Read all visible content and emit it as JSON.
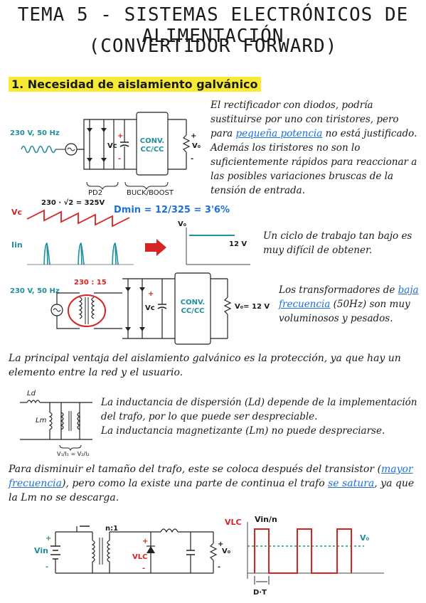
{
  "title": {
    "line1": "TEMA 5 - SISTEMAS ELECTRÓNICOS DE ALIMENTACIÓN",
    "line2": "(CONVERTIDOR FORWARD)"
  },
  "section1": {
    "heading": "1. Necesidad de aislamiento galvánico"
  },
  "circuit1": {
    "source": "230 V, 50 Hz",
    "vc": "Vc",
    "conv": "CONV.",
    "conv2": "CC/CC",
    "vo": "V₀",
    "plus": "+",
    "minus": "-",
    "pd2": "PD2",
    "buck": "BUCK/BOOST"
  },
  "para1": {
    "t1": "El rectificador con diodos, podría sustituirse por uno con tiristores, pero para ",
    "blue1": "pequeña potencia",
    "t2": " no está justificado. Además los tiristores no son lo suficientemente rápidos para reaccionar a las posibles variaciones bruscas de la tensión de entrada."
  },
  "waveform1": {
    "vc": "Vc",
    "iin": "Iin",
    "peak": "230 · √2 = 325V",
    "dmin": "Dmin = 12/325 = 3'6%",
    "vo": "V₀",
    "v12": "12 V"
  },
  "para2": {
    "text": "Un ciclo de trabajo tan bajo es muy difícil de obtener."
  },
  "circuit2": {
    "source": "230 V, 50 Hz",
    "ratio": "230 : 15",
    "vc": "Vc",
    "conv": "CONV.",
    "conv2": "CC/CC",
    "vo": "V₀= 12 V"
  },
  "para3": {
    "t1": "Los transformadores de ",
    "blue1": "baja frecuencia",
    "t2": " (50Hz) son muy voluminosos y pesados."
  },
  "para4": {
    "text": "La principal ventaja del aislamiento galvánico es la protección, ya que hay un elemento entre la red y el usuario."
  },
  "trafo": {
    "ld": "Ld",
    "lm": "Lm",
    "ratio": "V₁/I₁ = V₂/I₂"
  },
  "para5": {
    "l1": "La inductancia de dispersión (Ld) depende de la implementación del trafo, por lo que puede ser despreciable.",
    "l2": "La inductancia magnetizante (Lm) no puede despreciarse."
  },
  "para6": {
    "t1": "Para disminuir el tamaño del trafo, este se coloca después del transistor (",
    "blue1": "mayor frecuencia",
    "t2": "), pero como la existe una parte de continua el trafo ",
    "blue2": "se satura",
    "t3": ", ya que la Lm no se descarga."
  },
  "circuit3": {
    "vin": "Vin",
    "n": "n:1",
    "vlc": "VLC",
    "vo": "V₀"
  },
  "waveform2": {
    "vlc": "VLC",
    "vinn": "Vin/n",
    "vo": "V₀",
    "dt": "D·T"
  }
}
